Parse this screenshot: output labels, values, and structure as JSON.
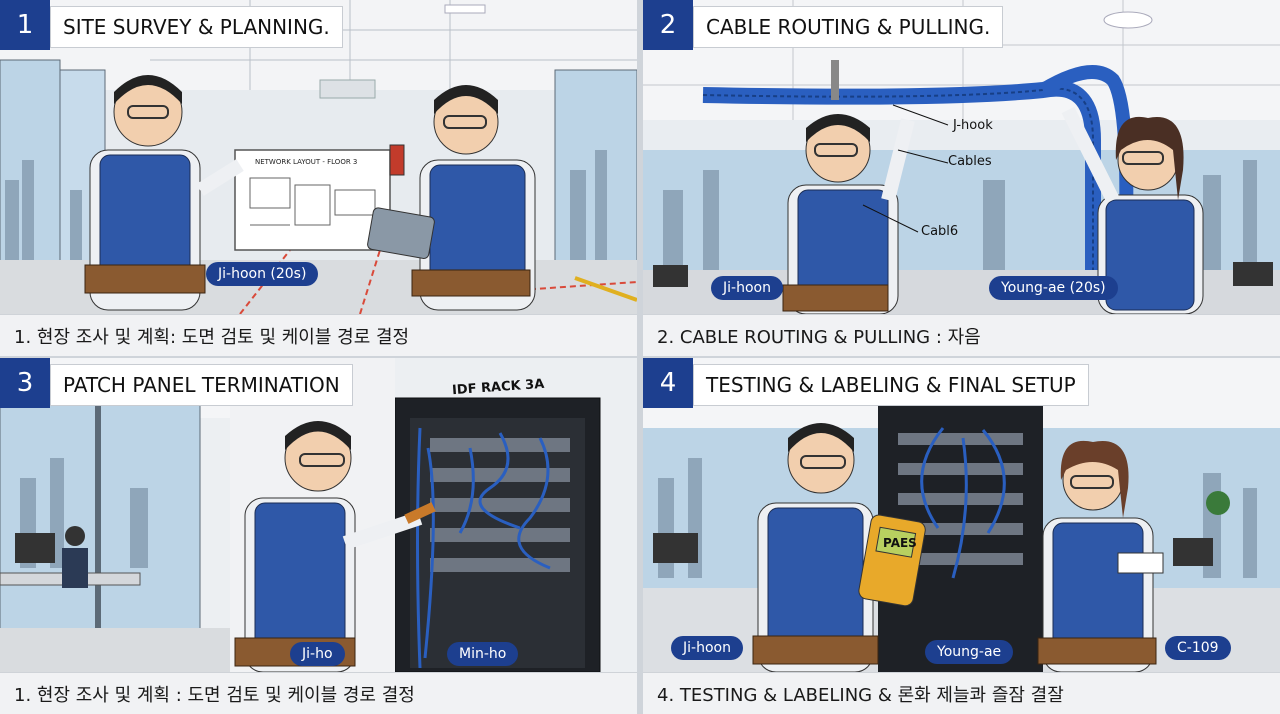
{
  "panels": [
    {
      "number": "1",
      "title": "SITE SURVEY & PLANNING.",
      "caption": "1. 현장 조사 및 계획: 도면 검토 및 케이블 경로 결정",
      "name_tags": [
        "Ji-hoon (20s)"
      ],
      "board_text": "NETWORK LAYOUT - FLOOR 3"
    },
    {
      "number": "2",
      "title": "CABLE ROUTING & PULLING.",
      "caption": "2. CABLE ROUTING & PULLING : 자음",
      "name_tags": [
        "Ji-hoon",
        "Young-ae (20s)"
      ],
      "callouts": [
        "J-hook",
        "Cables",
        "Cabl6"
      ]
    },
    {
      "number": "3",
      "title": "PATCH PANEL TERMINATION",
      "caption": "1. 현장 조사 및 계획 : 도면 검토 및 케이블 경로 결정",
      "name_tags": [
        "Ji-ho",
        "Min-ho"
      ],
      "rack_label": "IDF RACK 3A"
    },
    {
      "number": "4",
      "title": "TESTING & LABELING & FINAL SETUP",
      "caption": "4. TESTING & LABELING &  론화 제늘콰 즐잠 결잘",
      "name_tags": [
        "Ji-hoon",
        "Young-ae",
        "C-109"
      ],
      "tester_text": "PAES"
    }
  ],
  "colors": {
    "accent": "#1d3f8f",
    "vest": "#2f58a8",
    "cable": "#2a5fc0",
    "rack": "#1e2126"
  }
}
